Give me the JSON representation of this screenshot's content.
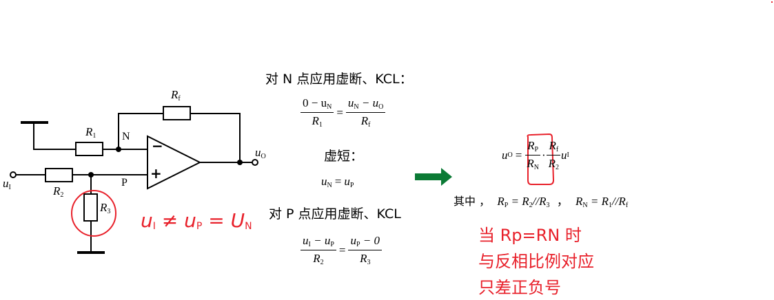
{
  "circuit": {
    "labels": {
      "Rf": "R",
      "Rf_sub": "f",
      "R1": "R",
      "R1_sub": "1",
      "R2": "R",
      "R2_sub": "2",
      "R3": "R",
      "R3_sub": "3",
      "N": "N",
      "P": "P",
      "uI": "u",
      "uI_sub": "I",
      "uO": "u",
      "uO_sub": "O",
      "minus": "−",
      "plus": "+"
    },
    "annotation": "u_I ≠ u_P = U_N",
    "annotation_parts": [
      "u",
      "I",
      " ≠ u",
      "P",
      " = U",
      "N"
    ],
    "colors": {
      "wire": "#000000",
      "annotation": "#e8202a"
    }
  },
  "derivation": {
    "step1_heading": "对 N 点应用虚断、KCL：",
    "eq1": {
      "lhs_num": "0 − u",
      "lhs_num_sub": "N",
      "lhs_den": "R",
      "lhs_den_sub": "1",
      "rhs_num_a": "u",
      "rhs_num_a_sub": "N",
      "rhs_num_mid": " − u",
      "rhs_num_b_sub": "O",
      "rhs_den": "R",
      "rhs_den_sub": "f"
    },
    "step2_heading": "虚短：",
    "eq2": {
      "a": "u",
      "a_sub": "N",
      "eq": "=",
      "b": "u",
      "b_sub": "P"
    },
    "step3_heading": "对 P 点应用虚断、KCL",
    "eq3": {
      "lhs_num_a": "u",
      "lhs_num_a_sub": "I",
      "lhs_num_mid": " − u",
      "lhs_num_b_sub": "P",
      "lhs_den": "R",
      "lhs_den_sub": "2",
      "rhs_num_a": "u",
      "rhs_num_a_sub": "P",
      "rhs_num_mid": " − 0",
      "rhs_den": "R",
      "rhs_den_sub": "3"
    }
  },
  "arrow": {
    "icon": "right-arrow-icon",
    "color": "#0b7a35"
  },
  "result": {
    "lhs": "u",
    "lhs_sub": "O",
    "eq": "=",
    "f1_num": "R",
    "f1_num_sub": "P",
    "f1_den": "R",
    "f1_den_sub": "N",
    "dot": "·",
    "f2_num": "R",
    "f2_num_sub": "f",
    "f2_den": "R",
    "f2_den_sub": "2",
    "tail": "u",
    "tail_sub": "I",
    "where_label": "其中 ，",
    "rp_def": {
      "a": "R",
      "a_sub": "P",
      "rest1": " = R",
      "b_sub": "2",
      "rest2": "//R",
      "c_sub": "3"
    },
    "sep": " ，",
    "rn_def": {
      "a": "R",
      "a_sub": "N",
      "rest1": " = R",
      "b_sub": "1",
      "rest2": "//R",
      "c_sub": "f"
    }
  },
  "handwritten_notes": {
    "line1": "当 Rp=RN 时",
    "line2": "与反相比例对应",
    "line3": "只差正负号",
    "color": "#e8202a"
  }
}
